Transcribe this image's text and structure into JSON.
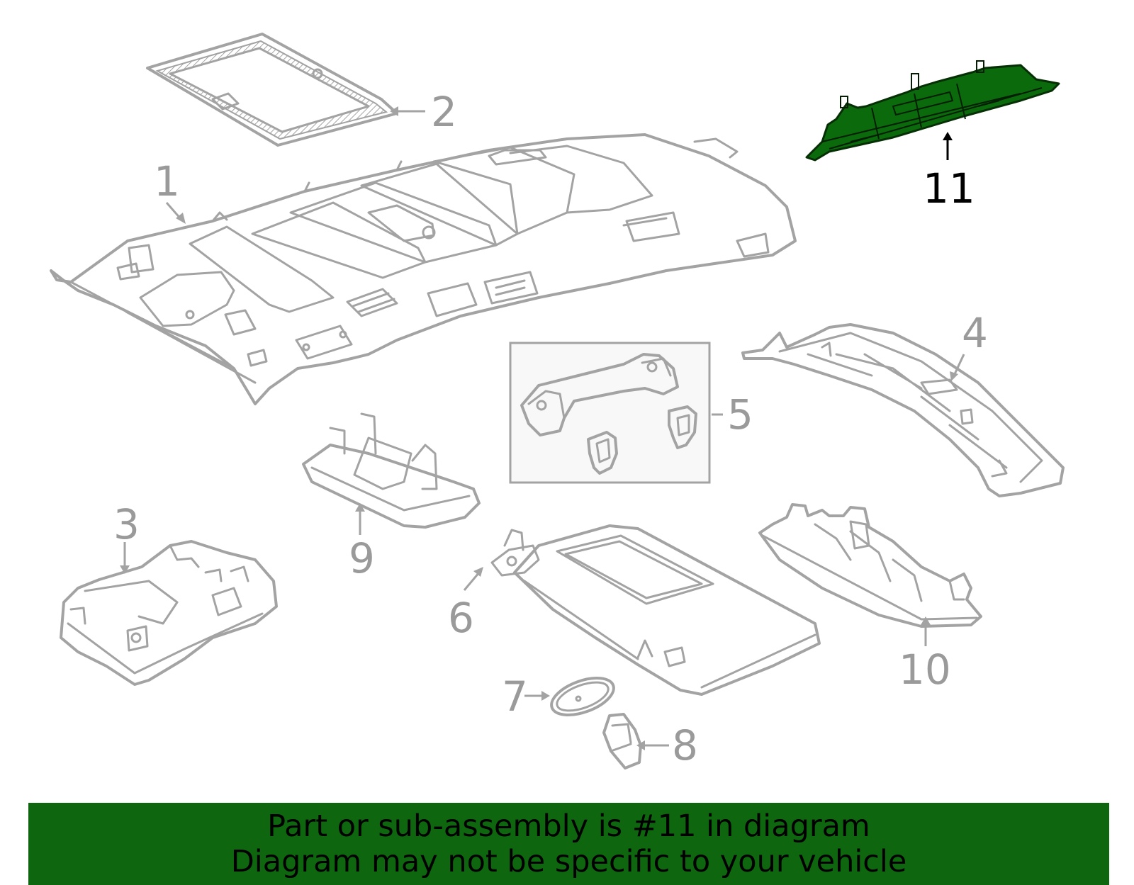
{
  "callouts": {
    "c1": "1",
    "c2": "2",
    "c3": "3",
    "c4": "4",
    "c5": "5",
    "c6": "6",
    "c7": "7",
    "c8": "8",
    "c9": "9",
    "c10": "10",
    "c11": "11"
  },
  "highlighted_part": "11",
  "banner": {
    "line1": "Part or sub-assembly is #11 in diagram",
    "line2": "Diagram may not be specific to your vehicle"
  },
  "colors": {
    "banner_bg": "#0e660e",
    "highlight_fill": "#0b6a0b",
    "part_stroke": "#a3a3a3",
    "callout_text": "#9a9a9a",
    "active_callout_text": "#000000"
  }
}
